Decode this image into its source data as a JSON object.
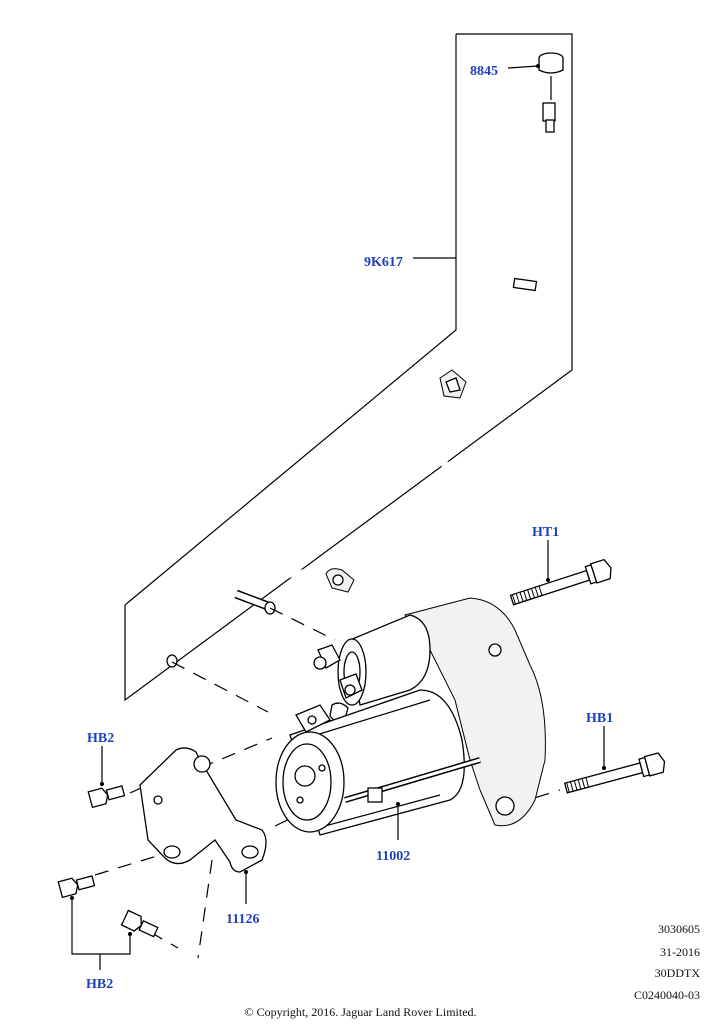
{
  "callouts": {
    "c8845": "8845",
    "c9k617": "9K617",
    "cHT1": "HT1",
    "cHB1": "HB1",
    "cHB2a": "HB2",
    "cHB2b": "HB2",
    "c11002": "11002",
    "c11126": "11126"
  },
  "reference": {
    "line1": "3030605",
    "line2": "31-2016",
    "line3": "30DDTX",
    "line4": "C0240040-03"
  },
  "copyright": "© Copyright, 2016. Jaguar Land Rover Limited.",
  "colors": {
    "callout": "#1f3fbf",
    "line": "#000000"
  }
}
